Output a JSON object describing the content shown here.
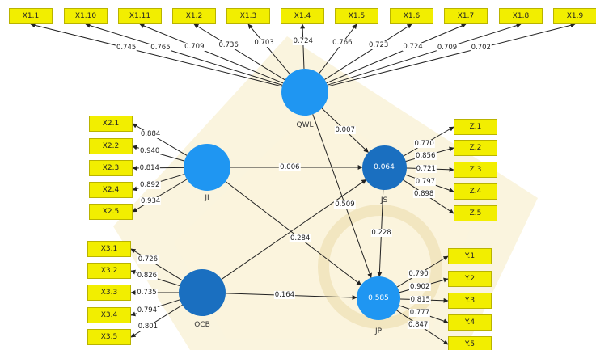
{
  "colors": {
    "indicator_fill": "#f2ee00",
    "construct_light": "#1f96f2",
    "construct_dark": "#1a6fc0",
    "edge": "#222222"
  },
  "indicators": {
    "QWL": [
      "X1.1",
      "X1.10",
      "X1.11",
      "X1.2",
      "X1.3",
      "X1.4",
      "X1.5",
      "X1.6",
      "X1.7",
      "X1.8",
      "X1.9"
    ],
    "JI": [
      "X2.1",
      "X2.2",
      "X2.3",
      "X2.4",
      "X2.5"
    ],
    "OCB": [
      "X3.1",
      "X3.2",
      "X3.3",
      "X3.4",
      "X3.5"
    ],
    "JS": [
      "Z.1",
      "Z.2",
      "Z.3",
      "Z.4",
      "Z.5"
    ],
    "JP": [
      "Y.1",
      "Y.2",
      "Y.3",
      "Y.4",
      "Y.5"
    ]
  },
  "constructs": {
    "QWL": {
      "label": "QWL",
      "value": ""
    },
    "JI": {
      "label": "JI",
      "value": ""
    },
    "OCB": {
      "label": "OCB",
      "value": ""
    },
    "JS": {
      "label": "JS",
      "value": "0.064"
    },
    "JP": {
      "label": "JP",
      "value": "0.585"
    }
  },
  "loadings": {
    "QWL": [
      "0.745",
      "0.765",
      "0.709",
      "0.736",
      "0.703",
      "0.724",
      "0.766",
      "0.723",
      "0.724",
      "0.709",
      "0.702"
    ],
    "JI": [
      "0.884",
      "0.940",
      "0.814",
      "0.892",
      "0.934"
    ],
    "OCB": [
      "0.726",
      "0.826",
      "0.735",
      "0.794",
      "0.801"
    ],
    "JS": [
      "0.770",
      "0.856",
      "0.721",
      "0.797",
      "0.898"
    ],
    "JP": [
      "0.790",
      "0.902",
      "0.815",
      "0.777",
      "0.847"
    ]
  },
  "paths": {
    "QWL_JS": "0.007",
    "QWL_JP": "0.509",
    "JI_JS": "0.006",
    "JI_JP": "0.284",
    "OCB_JS": "",
    "OCB_JP": "0.164",
    "JS_JP": "0.228"
  }
}
